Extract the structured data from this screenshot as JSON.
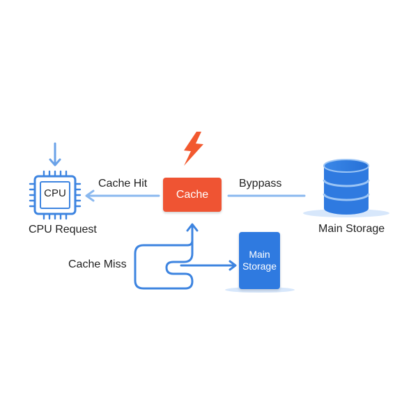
{
  "labels": {
    "cpu_chip": "CPU",
    "cpu_request": "CPU Request",
    "cache_hit": "Cache Hit",
    "cache": "Cache",
    "bypass": "Byppass",
    "main_storage": "Main Storage",
    "cache_miss": "Cache Miss",
    "main_storage_box": "Main\nStorage"
  },
  "colors": {
    "arrow_blue": "#3d84e0",
    "light_blue": "#8ab8ef",
    "cache_orange": "#ef5433",
    "lightning_orange": "#f2592f",
    "storage_blue": "#2f7ae0",
    "database_blue": "#2f7ae0"
  },
  "icons": {
    "cpu": "cpu-chip-icon",
    "lightning": "lightning-bolt-icon",
    "database": "database-icon"
  }
}
